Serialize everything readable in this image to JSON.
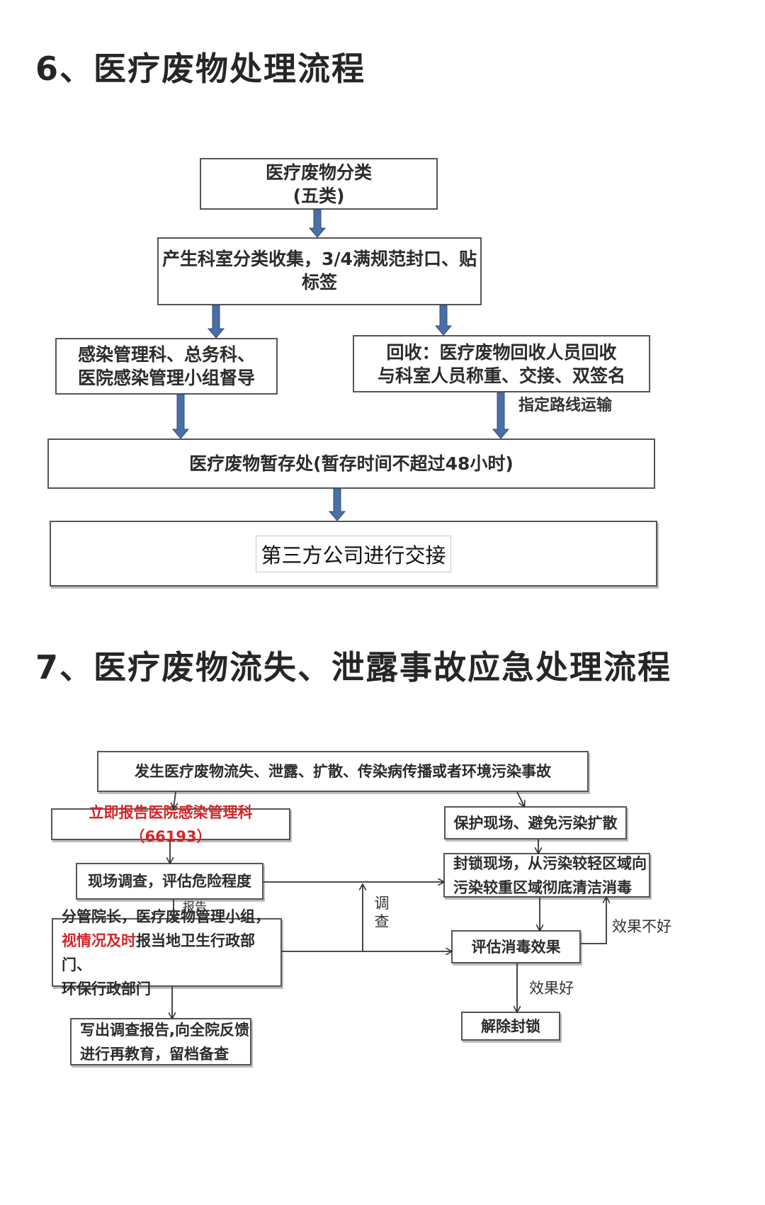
{
  "section6": {
    "title": "6、医疗废物处理流程",
    "classify_line1": "医疗废物分类",
    "classify_line2": "(五类)",
    "collect": "产生科室分类收集，3/4满规范封口、贴标签",
    "supervise_line1": "感染管理科、总务科、",
    "supervise_line2": "医院感染管理小组督导",
    "recycle_line1": "回收：医疗废物回收人员回收",
    "recycle_line2": "与科室人员称重、交接、双签名",
    "route_label": "指定路线运输",
    "storage": "医疗废物暂存处(暂存时间不超过48小时)",
    "handover": "第三方公司进行交接"
  },
  "section7": {
    "title": "7、医疗废物流失、泄露事故应急处理流程",
    "incident": "发生医疗废物流失、泄露、扩散、传染病传播或者环境污染事故",
    "report_red": "立即报告医院感染管理科（66193）",
    "protect": "保护现场、避免污染扩散",
    "investigate": "现场调查，评估危险程度",
    "lockdown_line1": "封锁现场，从污染较轻区域向",
    "lockdown_line2": "污染较重区域彻底清洁消毒",
    "report_label": "报告",
    "survey_label_1": "调",
    "survey_label_2": "查",
    "notify_line1": "分管院长，医疗废物管理小组，",
    "notify_line2_red": "视情况及时",
    "notify_line2_rest": "报当地卫生行政部门、",
    "notify_line3": "环保行政部门",
    "evaluate": "评估消毒效果",
    "bad_effect": "效果不好",
    "good_effect": "效果好",
    "report_doc_line1": "写出调查报告,向全院反馈",
    "report_doc_line2": "进行再教育，留档备查",
    "release": "解除封锁"
  },
  "colors": {
    "block_arrow": "#4a6fa5",
    "highlight_red": "#d4262a",
    "border": "#555555"
  }
}
